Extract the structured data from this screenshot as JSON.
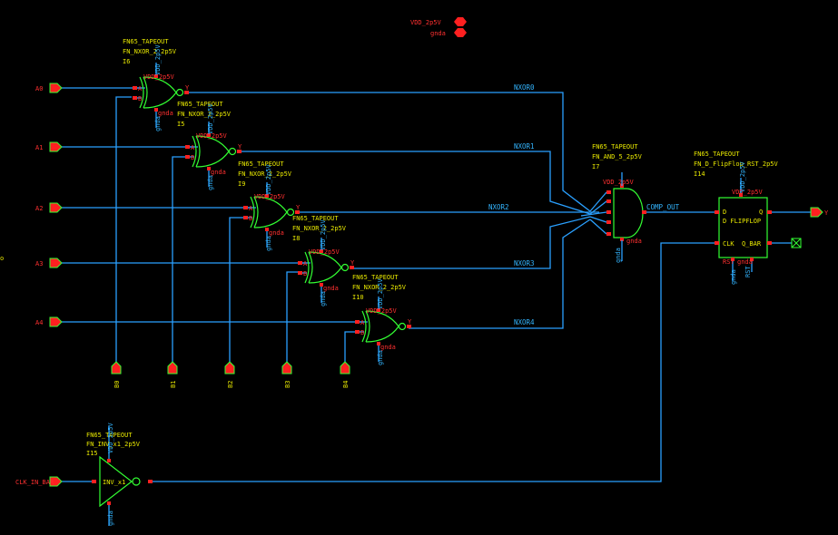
{
  "supply": {
    "vdd": "VDD_2p5V",
    "gnd": "gnda"
  },
  "pins": {
    "a0": "A0",
    "a1": "A1",
    "a2": "A2",
    "a3": "A3",
    "a4": "A4",
    "clk": "CLK_IN_BAR",
    "y": "Y",
    "b0": "B0",
    "b1": "B1",
    "b2": "B2",
    "b3": "B3",
    "b4": "B4"
  },
  "nets": {
    "n0": "NXOR0",
    "n1": "NXOR1",
    "n2": "NXOR2",
    "n3": "NXOR3",
    "n4": "NXOR4",
    "comp": "COMP_OUT"
  },
  "lib": "FN65_TAPEOUT",
  "inst": {
    "i5": {
      "cell": "FN_NXOR_2_2p5V",
      "name": "I6"
    },
    "i6": {
      "cell": "FN_NXOR_2_2p5V",
      "name": "I5"
    },
    "i9": {
      "cell": "FN_NXOR_2_2p5V",
      "name": "I9"
    },
    "i8": {
      "cell": "FN_NXOR_2_2p5V",
      "name": "I8"
    },
    "i10": {
      "cell": "FN_NXOR_2_2p5V",
      "name": "I10"
    },
    "and": {
      "cell": "FN_AND_5_2p5V",
      "name": "I7"
    },
    "ff": {
      "cell": "FN_D_FlipFlop_RST_2p5V",
      "name": "I14",
      "title": "D FLIPFLOP",
      "d": "D",
      "q": "Q",
      "clk": "CLK",
      "qbar": "Q_BAR",
      "rst": "RST"
    },
    "inv": {
      "cell": "FN_INV_x1_2p5V",
      "name": "I15",
      "text": "INV_x1"
    }
  },
  "gate_pins": {
    "a": "A",
    "b": "B",
    "y": "Y"
  }
}
